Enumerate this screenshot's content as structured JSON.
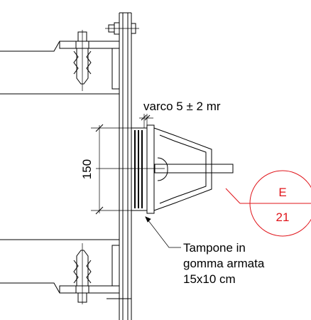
{
  "labels": {
    "gap": "varco 5 ± 2 mr",
    "height": "150",
    "pad_line1": "Tampone in",
    "pad_line2": "gomma armata",
    "pad_line3": "15x10 cm"
  },
  "section_callout": {
    "letter": "E",
    "number": "21",
    "color": "#e0141a"
  }
}
